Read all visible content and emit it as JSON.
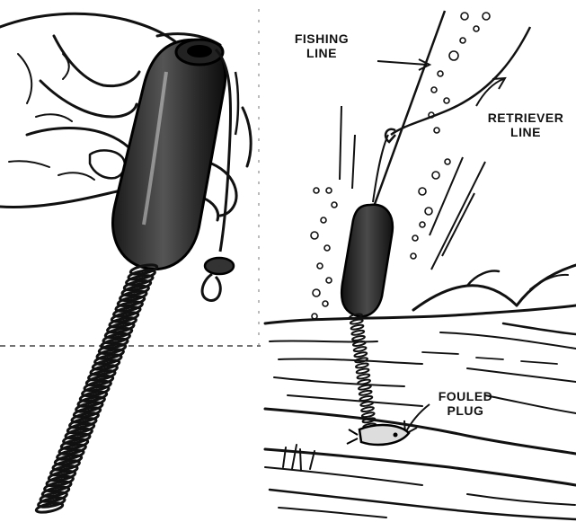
{
  "labels": {
    "fishing_line": [
      "FISHING",
      "LINE"
    ],
    "retriever_line": [
      "RETRIEVER",
      "LINE"
    ],
    "fouled_plug": [
      "FOULED",
      "PLUG"
    ]
  },
  "colors": {
    "ink": "#111111",
    "paper": "#ffffff"
  }
}
